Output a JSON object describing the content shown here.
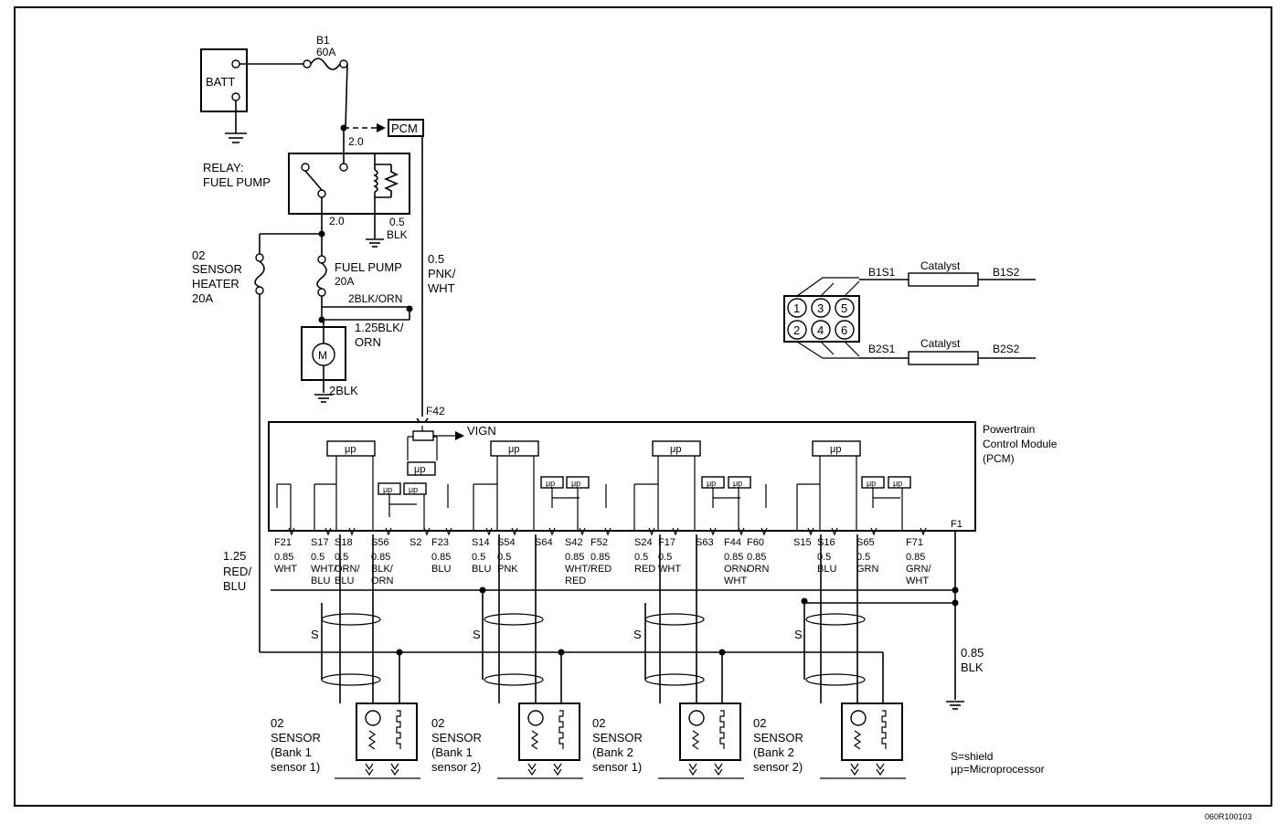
{
  "battery": {
    "label": "BATT"
  },
  "fuse_b1": {
    "name": "B1",
    "rating": "60A"
  },
  "pcm_ref": {
    "label": "PCM",
    "wire": "2.0"
  },
  "relay": {
    "line1": "RELAY:",
    "line2": "FUEL PUMP",
    "out_wire": "2.0",
    "ground_wire1": "0.5",
    "ground_wire2": "BLK"
  },
  "fuse_o2": {
    "l1": "02",
    "l2": "SENSOR",
    "l3": "HEATER",
    "l4": "20A"
  },
  "fuse_fp": {
    "l1": "FUEL PUMP",
    "l2": "20A",
    "wire": "2BLK/ORN"
  },
  "motor": {
    "symbol": "M",
    "wire1": "1.25BLK/",
    "wire2": "ORN",
    "ground": "2BLK"
  },
  "ign_wire": {
    "l1": "0.5",
    "l2": "PNK/",
    "l3": "WHT",
    "pin": "F42"
  },
  "vign": "VIGN",
  "up": "μp",
  "pcm": {
    "l1": "Powertrain",
    "l2": "Control Module",
    "l3": "(PCM)",
    "corner_pin": "F1"
  },
  "red_blu": {
    "l1": "1.25",
    "l2": "RED/",
    "l3": "BLU"
  },
  "pins": [
    {
      "id": "F21",
      "w1": "0.85",
      "w2": "WHT",
      "w3": ""
    },
    {
      "id": "S17",
      "w1": "0.5",
      "w2": "WHT/",
      "w3": "BLU"
    },
    {
      "id": "S18",
      "w1": "0.5",
      "w2": "ORN/",
      "w3": "BLU"
    },
    {
      "id": "S56",
      "w1": "0.85",
      "w2": "BLK/",
      "w3": "ORN"
    },
    {
      "id": "S2",
      "w1": "",
      "w2": "",
      "w3": ""
    },
    {
      "id": "F23",
      "w1": "0.85",
      "w2": "BLU",
      "w3": ""
    },
    {
      "id": "S14",
      "w1": "0.5",
      "w2": "BLU",
      "w3": ""
    },
    {
      "id": "S54",
      "w1": "0.5",
      "w2": "PNK",
      "w3": ""
    },
    {
      "id": "S64",
      "w1": "",
      "w2": "",
      "w3": ""
    },
    {
      "id": "S42",
      "w1": "0.85",
      "w2": "WHT/",
      "w3": "RED"
    },
    {
      "id": "F52",
      "w1": "0.85",
      "w2": "RED",
      "w3": ""
    },
    {
      "id": "S24",
      "w1": "0.5",
      "w2": "RED",
      "w3": ""
    },
    {
      "id": "F17",
      "w1": "0.5",
      "w2": "WHT",
      "w3": ""
    },
    {
      "id": "S63",
      "w1": "",
      "w2": "",
      "w3": ""
    },
    {
      "id": "F44",
      "w1": "0.85",
      "w2": "ORN/",
      "w3": "WHT"
    },
    {
      "id": "F60",
      "w1": "0.85",
      "w2": "ORN",
      "w3": ""
    },
    {
      "id": "S15",
      "w1": "",
      "w2": "",
      "w3": ""
    },
    {
      "id": "S16",
      "w1": "0.5",
      "w2": "BLU",
      "w3": ""
    },
    {
      "id": "S65",
      "w1": "0.5",
      "w2": "GRN",
      "w3": ""
    },
    {
      "id": "F71",
      "w1": "0.85",
      "w2": "GRN/",
      "w3": "WHT"
    }
  ],
  "shield_letter": "S",
  "ground_wire": {
    "l1": "0.85",
    "l2": "BLK"
  },
  "sensors": [
    {
      "l1": "02",
      "l2": "SENSOR",
      "l3": "(Bank 1",
      "l4": "sensor 1)"
    },
    {
      "l1": "02",
      "l2": "SENSOR",
      "l3": "(Bank 1",
      "l4": "sensor 2)"
    },
    {
      "l1": "02",
      "l2": "SENSOR",
      "l3": "(Bank 2",
      "l4": "sensor 1)"
    },
    {
      "l1": "02",
      "l2": "SENSOR",
      "l3": "(Bank 2",
      "l4": "sensor 2)"
    }
  ],
  "engine": {
    "cylinders": [
      "1",
      "3",
      "5",
      "2",
      "4",
      "6"
    ],
    "b1s1": "B1S1",
    "b1s2": "B1S2",
    "b2s1": "B2S1",
    "b2s2": "B2S2",
    "catalyst": "Catalyst"
  },
  "legend": {
    "l1": "S=shield",
    "l2": "μp=Microprocessor"
  },
  "figure_id": "060R100103"
}
